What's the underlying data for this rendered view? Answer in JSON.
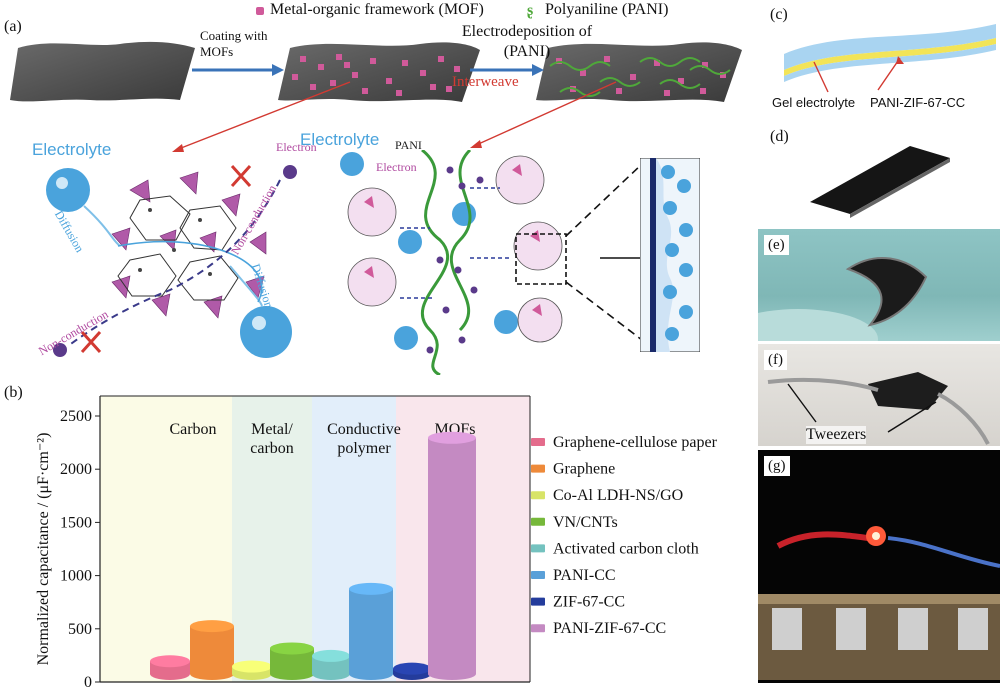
{
  "panel_a": {
    "label": "(a)",
    "legend_mof": "Metal-organic framework (MOF)",
    "legend_pani": "Polyaniline (PANI)",
    "step1": "Coating with MOFs",
    "step2": "Electrodeposition of (PANI)",
    "interweave": "Interweave",
    "electrolyte_left": "Electrolyte",
    "electrolyte_right": "Electrolyte",
    "electron_left": "Electron",
    "electron_right": "Electron",
    "pani": "PANI",
    "diffusion1": "Diffusion",
    "diffusion2": "Diffusion",
    "nonconduction1": "Non-conduction",
    "nonconduction2": "Non-conduction",
    "colors": {
      "mof": "#d05a9a",
      "pani": "#4fa83a",
      "arrow_red": "#d23a32",
      "electrolyte": "#4aa3dc"
    }
  },
  "panel_b": {
    "label": "(b)",
    "regions": [
      "Carbon",
      "Metal/ carbon",
      "Conductive polymer",
      "MOFs"
    ],
    "region_colors": [
      "#fbfbe6",
      "#e7f2ea",
      "#e2eefa",
      "#f9e6ec"
    ]
  },
  "chart_data": {
    "type": "bar",
    "title": "",
    "xlabel": "",
    "ylabel": "Normalized capacitance / (μF·cm⁻²)",
    "ylim": [
      0,
      2500
    ],
    "yticks": [
      "0",
      "500",
      "1000",
      "1500",
      "2000",
      "2500"
    ],
    "categories": [
      "Graphene-cellulose paper",
      "Graphene",
      "Co-Al LDH-NS/GO",
      "VN/CNTs",
      "Activated carbon cloth",
      "PANI-CC",
      "ZIF-67-CC",
      "PANI-ZIF-67-CC"
    ],
    "values": [
      120,
      450,
      70,
      240,
      170,
      800,
      50,
      2220
    ],
    "colors": [
      "#e46c8c",
      "#ee8a3a",
      "#d8e468",
      "#76b83a",
      "#74c2bf",
      "#5aa0d8",
      "#243c9c",
      "#c48ac2"
    ],
    "legend_placement": "right",
    "grid": false
  },
  "panel_c": {
    "label": "(c)",
    "gel": "Gel electrolyte",
    "device": "PANI-ZIF-67-CC"
  },
  "panel_d": {
    "label": "(d)"
  },
  "panel_e": {
    "label": "(e)"
  },
  "panel_f": {
    "label": "(f)",
    "tweezers": "Tweezers"
  },
  "panel_g": {
    "label": "(g)"
  }
}
